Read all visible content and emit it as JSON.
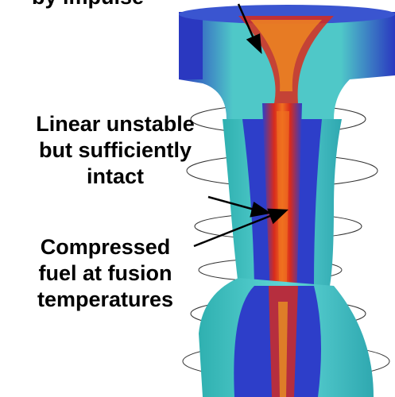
{
  "figure": {
    "top_caption": "by impulse",
    "label_linear": {
      "lines": [
        "Linear unstable",
        "but sufficiently",
        "intact"
      ]
    },
    "label_fuel": {
      "lines": [
        "Compressed",
        "fuel at fusion",
        "temperatures"
      ]
    },
    "colors": {
      "outer_teal": "#3fc4c4",
      "inner_blue": "#2d3ec9",
      "deep_blue": "#1a1f8f",
      "core_red": "#d82b1c",
      "core_orange": "#f0a020",
      "field_line": "#333333"
    }
  }
}
